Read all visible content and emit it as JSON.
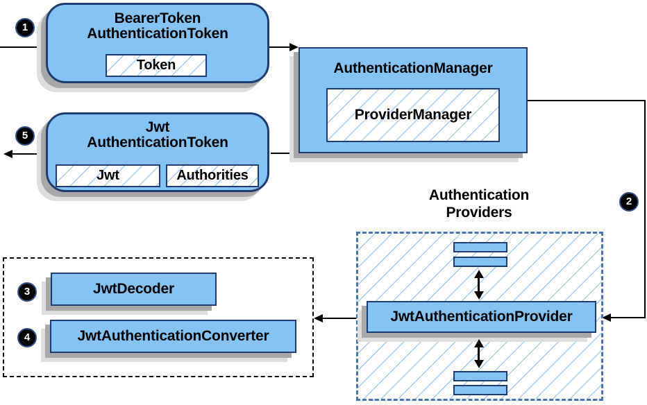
{
  "diagram": {
    "steps": {
      "one": "1",
      "two": "2",
      "three": "3",
      "four": "4",
      "five": "5"
    },
    "bearer_node": {
      "title_line1": "BearerToken",
      "title_line2": "AuthenticationToken",
      "field_token": "Token"
    },
    "manager_node": {
      "title": "AuthenticationManager",
      "inner": "ProviderManager"
    },
    "jwt_node": {
      "title_line1": "Jwt",
      "title_line2": "AuthenticationToken",
      "field_jwt": "Jwt",
      "field_authorities": "Authorities"
    },
    "providers_group": {
      "label_line1": "Authentication",
      "label_line2": "Providers",
      "provider_label": "JwtAuthenticationProvider"
    },
    "decoder_group": {
      "decoder_label": "JwtDecoder",
      "converter_label": "JwtAuthenticationConverter"
    },
    "colors": {
      "node_fill": "#86c3f5",
      "node_border": "#1d3c70",
      "hatch_line": "#a9cdf0",
      "providers_dash_border": "#4576b5",
      "decoder_dash_border": "#000000",
      "flow_line": "#000000",
      "shadow_dark": "#a8a8a8",
      "shadow_light": "#dedede",
      "step_badge_bg": "#000000",
      "step_badge_text": "#ffffff"
    }
  }
}
